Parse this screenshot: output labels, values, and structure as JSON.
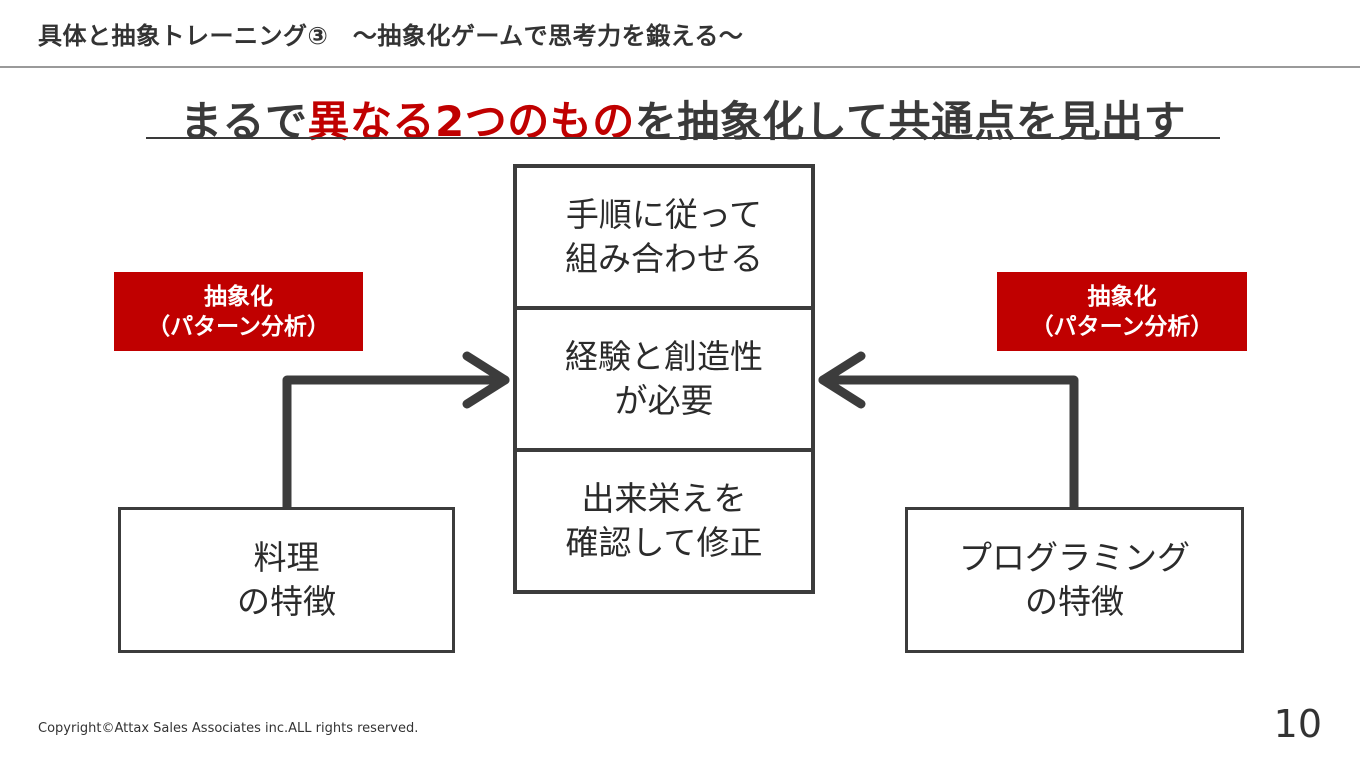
{
  "header": {
    "title": "具体と抽象トレーニング③　～抽象化ゲームで思考力を鍛える～"
  },
  "headline": {
    "prefix": "まるで",
    "highlight": "異なる2つのもの",
    "suffix": "を抽象化して共通点を見出す"
  },
  "center_stack": [
    {
      "text": "手順に従って\n組み合わせる"
    },
    {
      "text": "経験と創造性\nが必要"
    },
    {
      "text": "出来栄えを\n確認して修正"
    }
  ],
  "left": {
    "badge_line1": "抽象化",
    "badge_line2": "（パターン分析）",
    "box_text": "料理\nの特徴"
  },
  "right": {
    "badge_line1": "抽象化",
    "badge_line2": "（パターン分析）",
    "box_text": "プログラミング\nの特徴"
  },
  "footer": {
    "copyright": "Copyright©Attax Sales Associates inc.ALL rights reserved.",
    "page_number": "10"
  },
  "colors": {
    "accent": "#c00000",
    "text": "#2b2b2b",
    "line": "#3c3c3c"
  }
}
